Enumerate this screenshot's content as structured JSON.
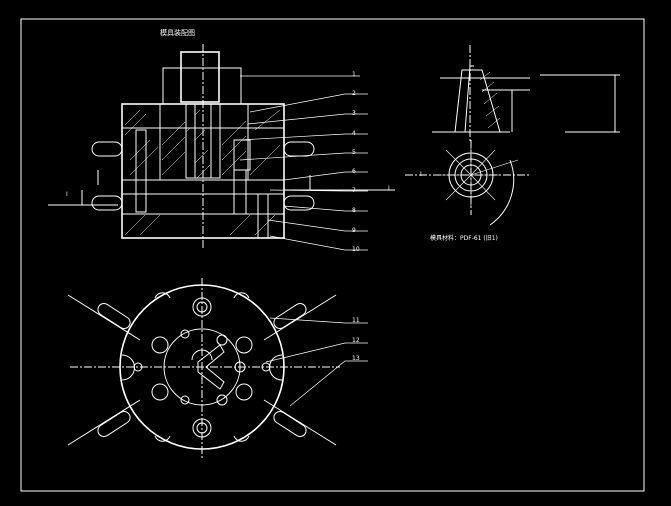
{
  "title": "模具装配图",
  "callouts": [
    "1",
    "2",
    "3",
    "4",
    "5",
    "6",
    "7",
    "8",
    "9",
    "10",
    "11",
    "12",
    "13"
  ],
  "section_marks": {
    "left": "I",
    "right": "I"
  },
  "part_label": "模具材料：PDF-61 (旧1)",
  "colors": {
    "background": "#000000",
    "lines": "#ffffff"
  }
}
